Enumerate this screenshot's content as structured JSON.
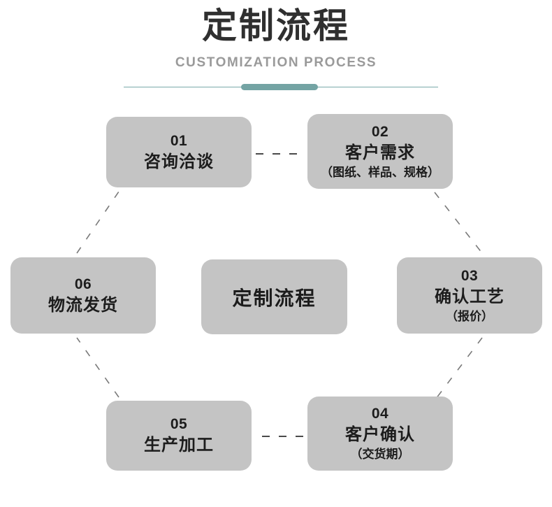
{
  "header": {
    "title_cn": "定制流程",
    "title_en": "CUSTOMIZATION PROCESS"
  },
  "center": {
    "label": "定制流程"
  },
  "steps": [
    {
      "num": "01",
      "label": "咨询洽谈",
      "note": ""
    },
    {
      "num": "02",
      "label": "客户需求",
      "note": "（图纸、样品、规格）"
    },
    {
      "num": "03",
      "label": "确认工艺",
      "note": "（报价）"
    },
    {
      "num": "04",
      "label": "客户确认",
      "note": "（交货期）"
    },
    {
      "num": "05",
      "label": "生产加工",
      "note": ""
    },
    {
      "num": "06",
      "label": "物流发货",
      "note": ""
    }
  ],
  "colors": {
    "box_fill": "#c4c4c4",
    "accent_teal": "#74a4a4",
    "title_text": "#2f2f2f",
    "subtitle_text": "#9a9a9a",
    "connector": "#4a4a4a",
    "background": "#ffffff"
  }
}
